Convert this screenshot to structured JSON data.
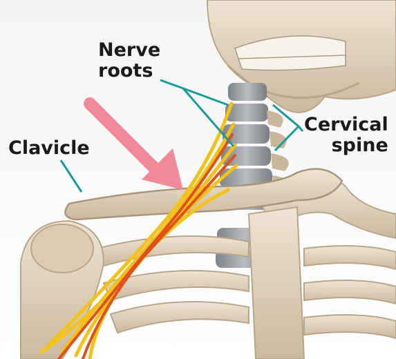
{
  "labels": {
    "nerve_roots_line1": "Nerve",
    "nerve_roots_line2": "roots",
    "cervical_spine_line1": "Cervical",
    "cervical_spine_line2": "spine",
    "clavicle": "Clavicle"
  },
  "colors": {
    "bone": "#e6d8c2",
    "bone_shadow": "#c9b79c",
    "vertebra": "#9c9fa3",
    "nerve_yellow": "#f2c21a",
    "nerve_orange": "#e0501a",
    "arrow_pink": "#f08a9a",
    "pointer_teal": "#1a9a98"
  }
}
